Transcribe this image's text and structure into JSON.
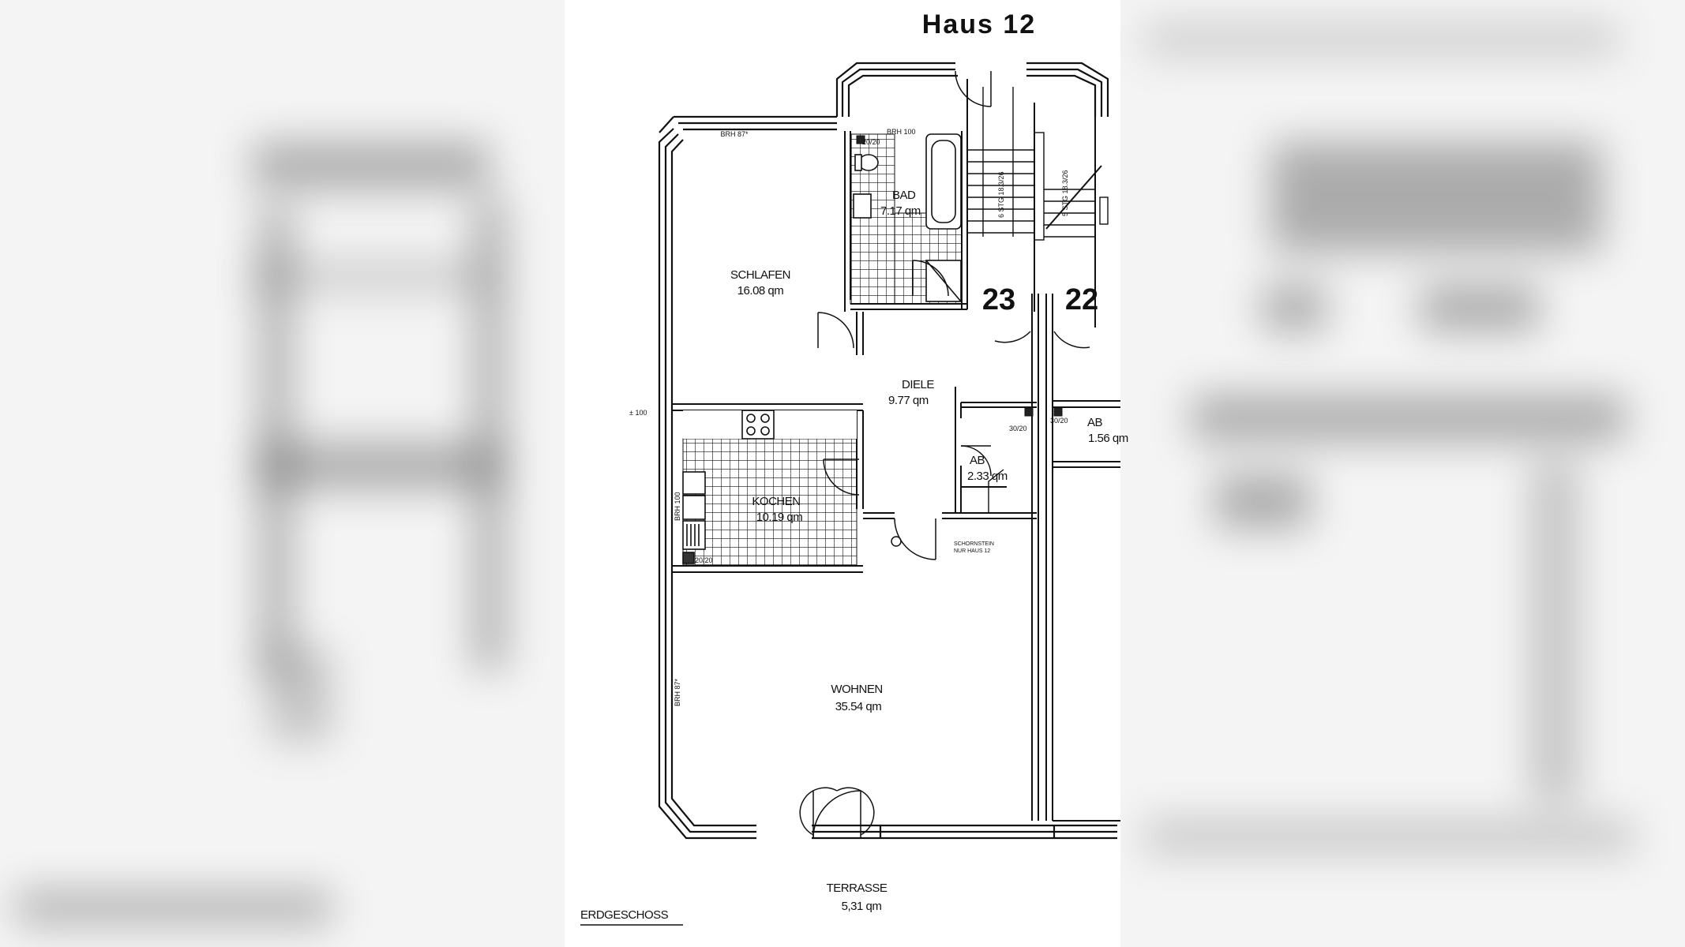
{
  "house": {
    "title": "Haus 12"
  },
  "units": {
    "left": "23",
    "right": "22"
  },
  "rooms": {
    "schlafen": {
      "name": "SCHLAFEN",
      "area": "16.08 qm"
    },
    "bad": {
      "name": "BAD",
      "area": "7.17 qm"
    },
    "diele": {
      "name": "DIELE",
      "area": "9.77 qm"
    },
    "kochen": {
      "name": "KOCHEN",
      "area": "10.19 qm"
    },
    "wohnen": {
      "name": "WOHNEN",
      "area": "35.54 qm"
    },
    "ab_left": {
      "name": "AB",
      "area": "2.33 qm"
    },
    "ab_right": {
      "name": "AB",
      "area": "1.56 qm"
    },
    "terrasse": {
      "name": "TERRASSE",
      "area": "5,31 qm"
    }
  },
  "annotations": {
    "brh_top": "BRH 87*",
    "brh_bath": "BRH 100",
    "shaft_bath": "20/20",
    "shaft_kitchen": "20/20",
    "shaft_ab_left": "30/20",
    "shaft_ab_right": "30/20",
    "brh_kitchen": "BRH 100",
    "brh_living": "BRH 87*",
    "level_mark": "± 100",
    "stair_left": "6 STG 18.3/26",
    "stair_right": "5 STG 18.3/26",
    "chimney_line1": "SCHORNSTEIN",
    "chimney_line2": "NUR HAUS 12"
  },
  "floor": {
    "label": "ERDGESCHOSS"
  }
}
